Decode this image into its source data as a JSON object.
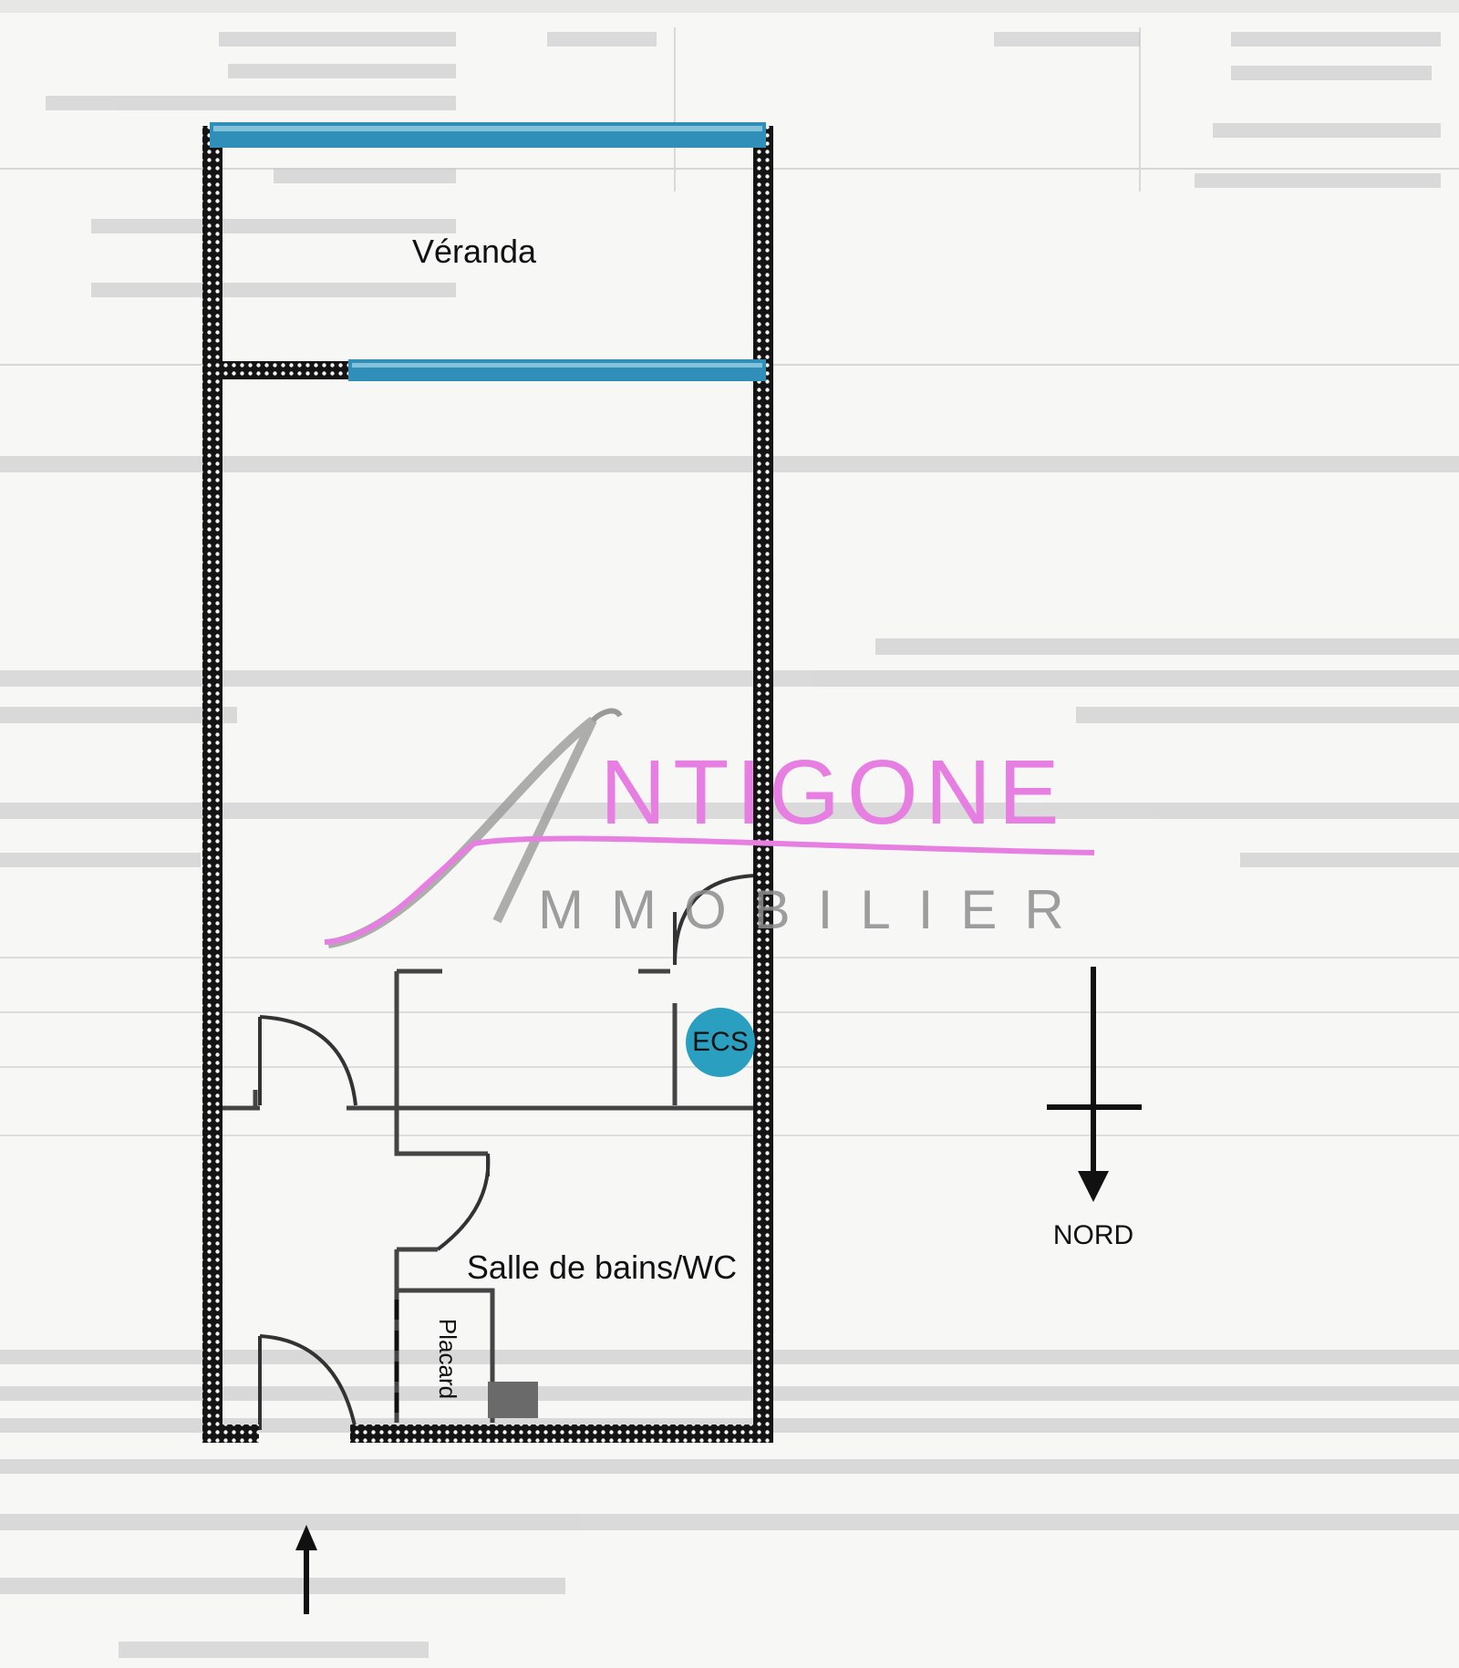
{
  "plan": {
    "rooms": {
      "veranda": "Véranda",
      "bathroom": "Salle de bains/WC",
      "closet": "Placard"
    },
    "fixtures": {
      "water_heater": "ECS"
    },
    "compass": {
      "label": "NORD"
    },
    "logo": {
      "line1": "NTIGONE",
      "line2": "MMOBILIER",
      "brand_color": "#e77ee2",
      "gray_color": "#9a9a9a"
    },
    "colors": {
      "wall": "#1a1a1a",
      "window": "#2f8fb8",
      "ecs": "#2a9fbf",
      "paper": "#f7f7f6"
    }
  }
}
